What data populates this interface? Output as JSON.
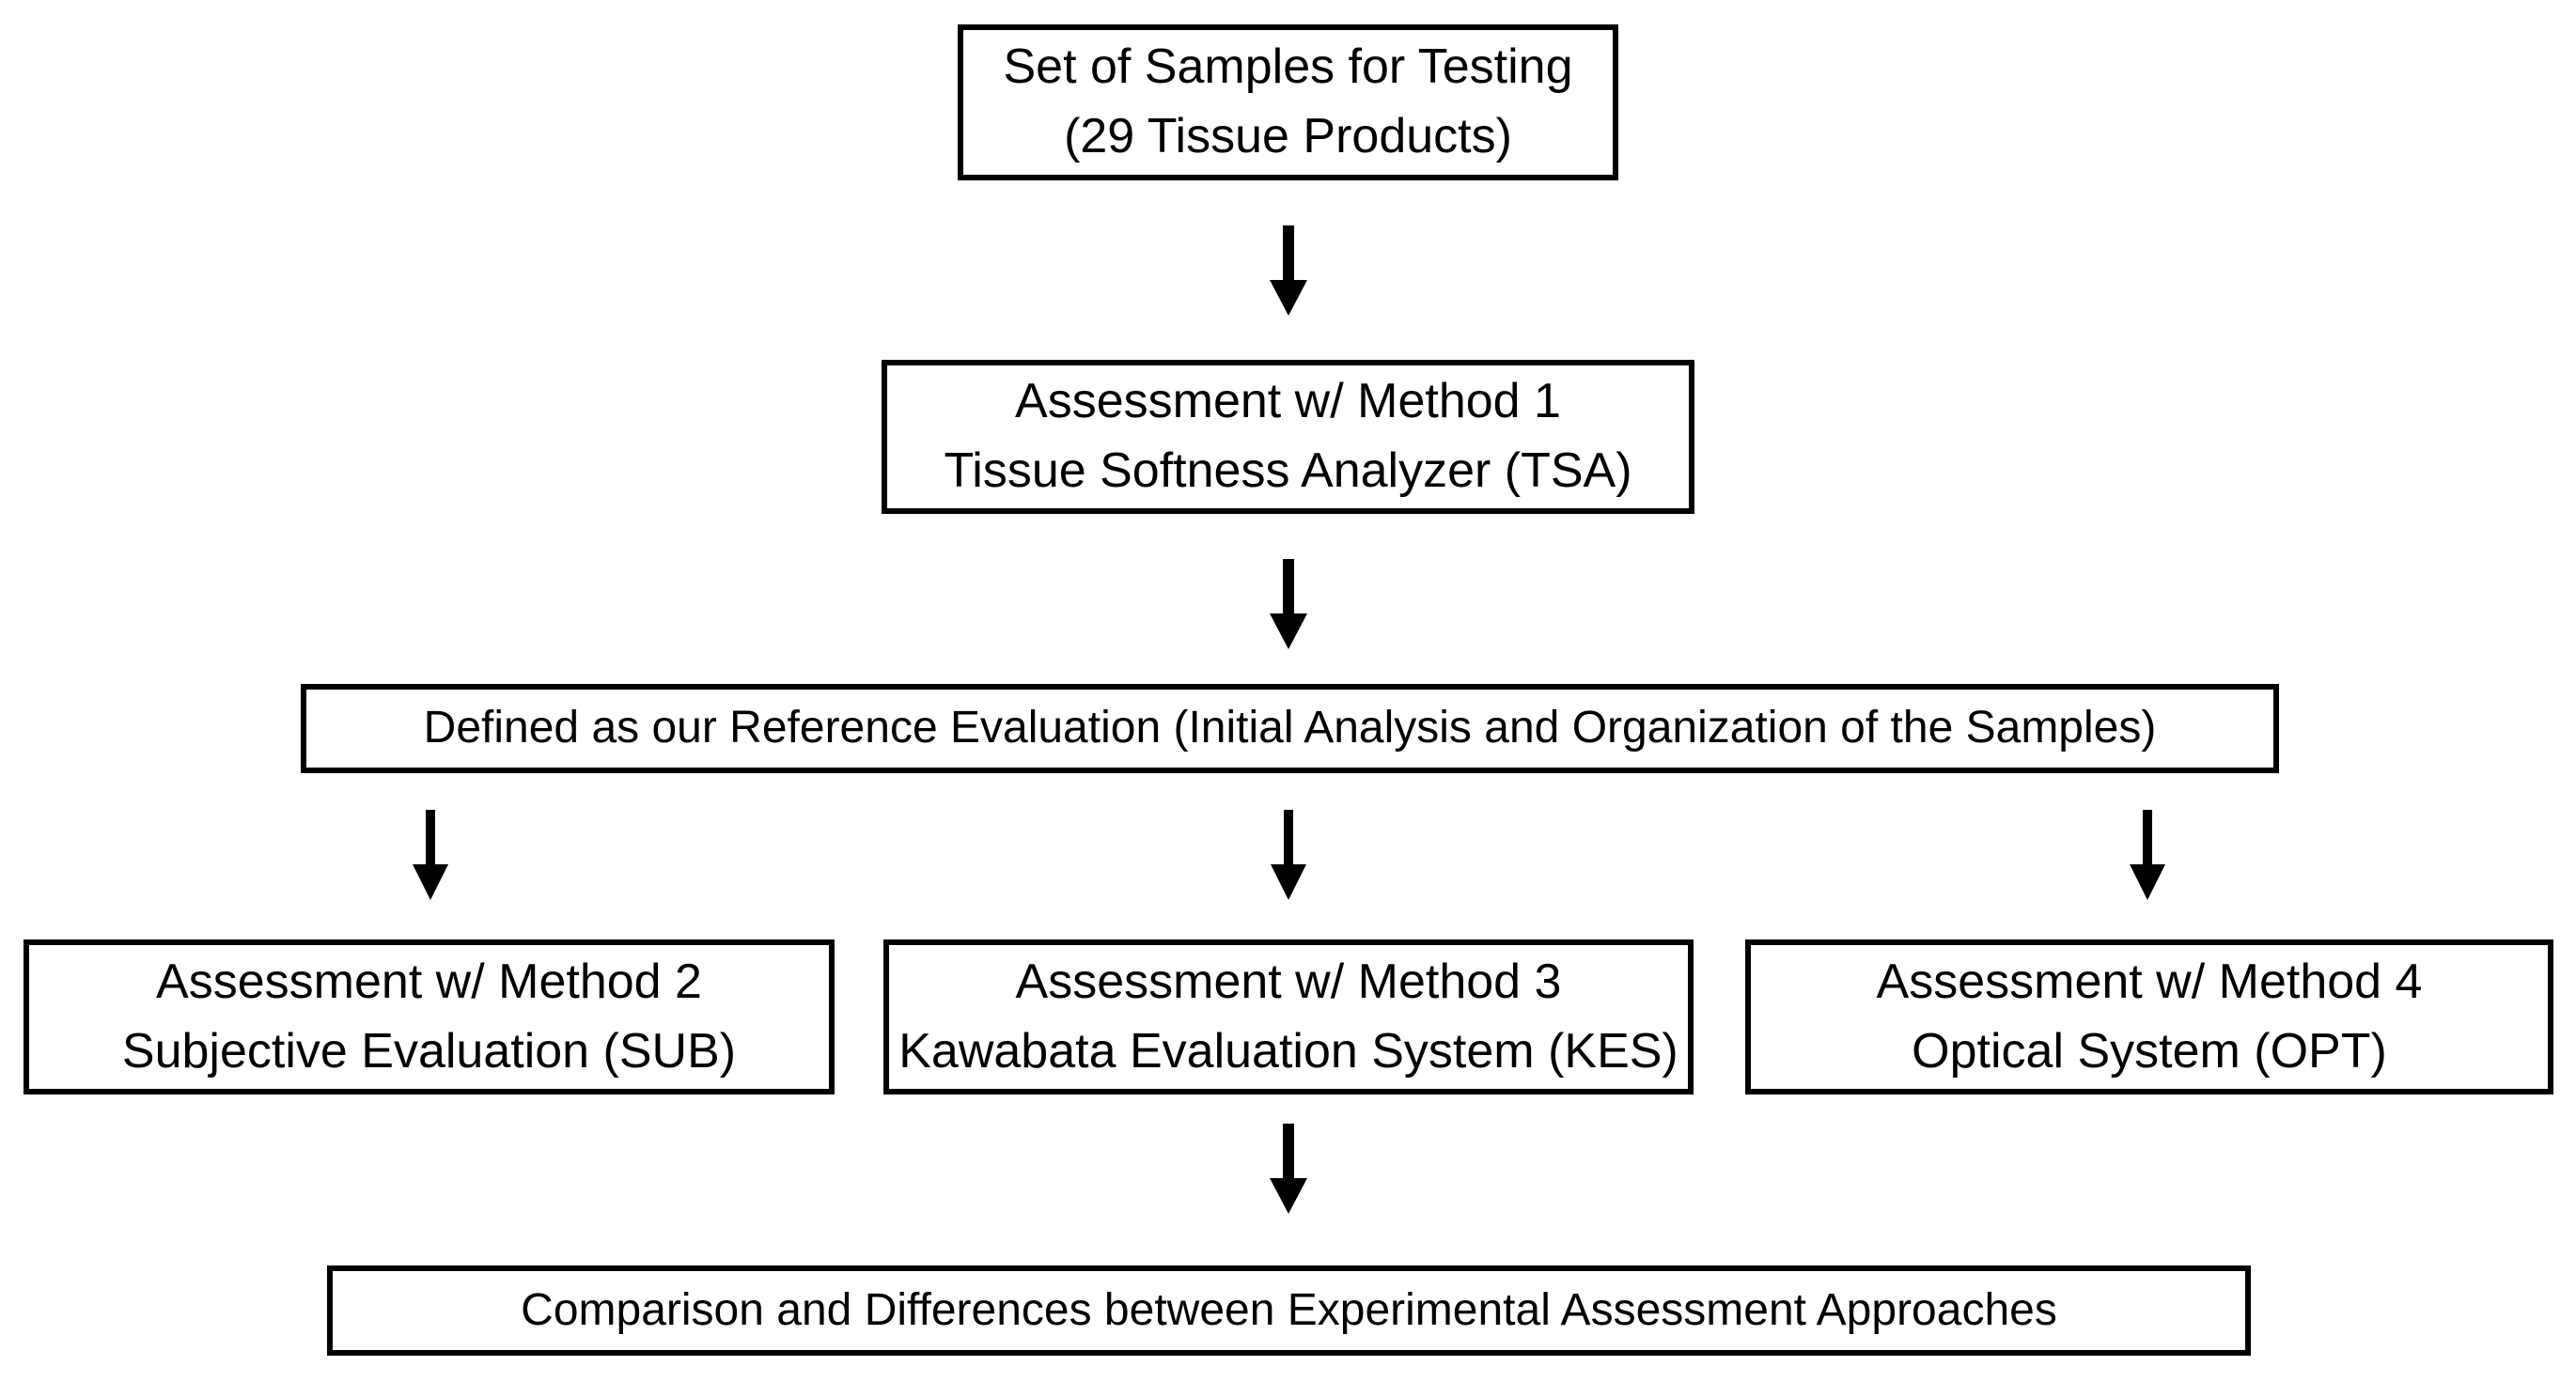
{
  "diagram": {
    "type": "flowchart",
    "background_color": "#ffffff",
    "box_border_color": "#000000",
    "text_color": "#000000",
    "arrow_color": "#000000",
    "nodes": {
      "samples": {
        "lines": [
          "Set of Samples for Testing",
          "(29 Tissue Products)"
        ]
      },
      "method1": {
        "lines": [
          "Assessment w/ Method 1",
          "Tissue Softness Analyzer (TSA)"
        ]
      },
      "reference": {
        "lines": [
          "Defined as our Reference Evaluation (Initial Analysis and Organization of the Samples)"
        ]
      },
      "method2": {
        "lines": [
          "Assessment w/ Method 2",
          "Subjective Evaluation (SUB)"
        ]
      },
      "method3": {
        "lines": [
          "Assessment w/ Method 3",
          "Kawabata Evaluation System (KES)"
        ]
      },
      "method4": {
        "lines": [
          "Assessment w/ Method 4",
          "Optical System (OPT)"
        ]
      },
      "comparison": {
        "lines": [
          "Comparison and Differences between Experimental Assessment Approaches"
        ]
      }
    },
    "flow": [
      "samples -> method1",
      "method1 -> reference",
      "reference -> method2",
      "reference -> method3",
      "reference -> method4",
      "method3 -> comparison"
    ]
  }
}
